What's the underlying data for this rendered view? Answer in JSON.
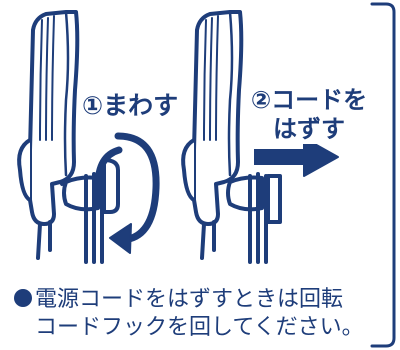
{
  "step1": {
    "label": "①まわす"
  },
  "step2": {
    "label_line1": "②コードを",
    "label_line2": "はずす"
  },
  "note": {
    "line1": "電源コードをはずすときは回転",
    "line2": "コードフックを回してください。"
  },
  "colors": {
    "ink": "#1e3d7a",
    "background": "#ffffff"
  },
  "icons": {
    "rotate": "rotate-arrow-icon",
    "remove": "right-arrow-icon",
    "bullet": "bullet-dot-icon"
  }
}
